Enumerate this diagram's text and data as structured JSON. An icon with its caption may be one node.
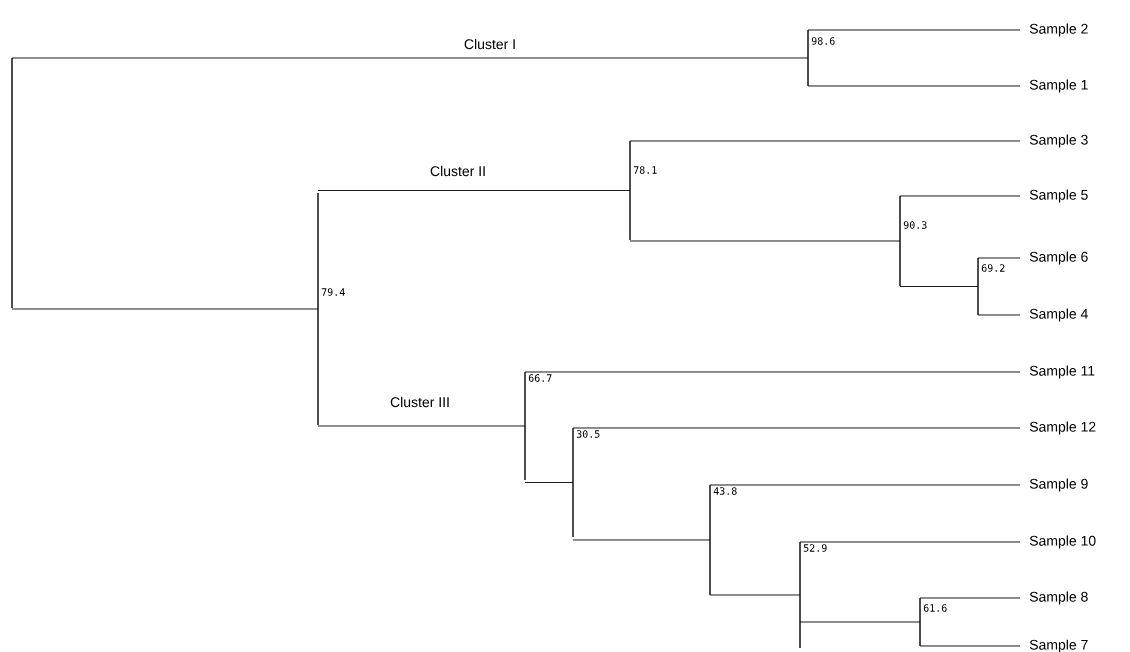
{
  "diagram": {
    "nodes": [
      {
        "text": [],
        "shape": "bar"
      },
      {
        "text": [],
        "shape": "bar",
        "beside": [
          "98.6"
        ]
      },
      {
        "text": [
          "Sample 2"
        ]
      },
      {
        "text": [
          "Sample 1"
        ]
      },
      {
        "text": [],
        "shape": "bar",
        "beside": [
          "79.4"
        ]
      },
      {
        "text": [],
        "shape": "bar",
        "beside": [
          "78.1"
        ]
      },
      {
        "text": [
          "Sample 3"
        ]
      },
      {
        "text": [],
        "shape": "bar",
        "beside": [
          "90.3"
        ]
      },
      {
        "text": [
          "Sample 5"
        ]
      },
      {
        "text": [],
        "shape": "bar",
        "beside": [
          "69.2"
        ]
      },
      {
        "text": [
          "Sample 6"
        ]
      },
      {
        "text": [
          "Sample 4"
        ]
      },
      {
        "text": [],
        "shape": "bar",
        "beside": [
          "66.7"
        ]
      },
      {
        "text": [
          "Sample 11"
        ]
      },
      {
        "text": [],
        "shape": "bar",
        "beside": [
          "30.5"
        ]
      },
      {
        "text": [
          "Sample 12"
        ]
      },
      {
        "text": [],
        "shape": "bar",
        "beside": [
          "43.8"
        ]
      },
      {
        "text": [
          "Sample 9"
        ]
      },
      {
        "text": [],
        "shape": "bar",
        "beside": [
          "52.9"
        ]
      },
      {
        "text": [
          "Sample 10"
        ]
      },
      {
        "text": [],
        "shape": "bar",
        "beside": [
          "61.6"
        ]
      },
      {
        "text": [
          "Sample 8"
        ]
      },
      {
        "text": [
          "Sample 7"
        ]
      }
    ],
    "edges": [
      {
        "from": 0,
        "to": 1,
        "arrow": "none",
        "label": "Cluster I"
      },
      {
        "from": 1,
        "to": 2,
        "arrow": "none"
      },
      {
        "from": 1,
        "to": 3,
        "arrow": "none"
      },
      {
        "from": 0,
        "to": 4,
        "arrow": "none"
      },
      {
        "from": 4,
        "to": 5,
        "arrow": "none",
        "label": "Cluster II"
      },
      {
        "from": 5,
        "to": 6,
        "arrow": "none"
      },
      {
        "from": 5,
        "to": 7,
        "arrow": "none"
      },
      {
        "from": 7,
        "to": 8,
        "arrow": "none"
      },
      {
        "from": 7,
        "to": 9,
        "arrow": "none"
      },
      {
        "from": 9,
        "to": 10,
        "arrow": "none"
      },
      {
        "from": 9,
        "to": 11,
        "arrow": "none"
      },
      {
        "from": 4,
        "to": 12,
        "arrow": "none",
        "label": "Cluster III"
      },
      {
        "from": 12,
        "to": 13,
        "arrow": "none"
      },
      {
        "from": 12,
        "to": 14,
        "arrow": "none"
      },
      {
        "from": 14,
        "to": 15,
        "arrow": "none"
      },
      {
        "from": 14,
        "to": 16,
        "arrow": "none"
      },
      {
        "from": 16,
        "to": 17,
        "arrow": "none"
      },
      {
        "from": 16,
        "to": 18,
        "arrow": "none"
      },
      {
        "from": 18,
        "to": 19,
        "arrow": "none"
      },
      {
        "from": 18,
        "to": 20,
        "arrow": "none"
      },
      {
        "from": 20,
        "to": 21,
        "arrow": "none"
      },
      {
        "from": 20,
        "to": 22,
        "arrow": "none"
      }
    ]
  }
}
